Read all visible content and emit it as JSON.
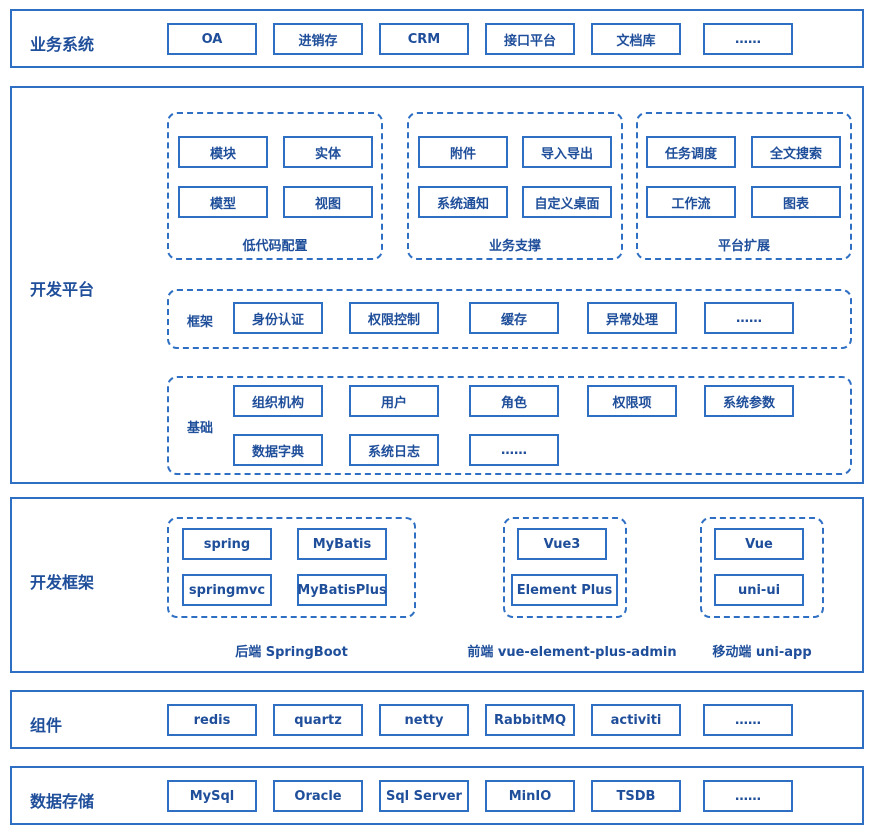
{
  "business": {
    "title": "业务系统",
    "items": [
      "OA",
      "进销存",
      "CRM",
      "接口平台",
      "文档库",
      "……"
    ]
  },
  "devplatform": {
    "title": "开发平台",
    "lowcode": {
      "label": "低代码配置",
      "items": [
        "模块",
        "实体",
        "模型",
        "视图"
      ]
    },
    "support": {
      "label": "业务支撑",
      "items": [
        "附件",
        "导入导出",
        "系统通知",
        "自定义桌面"
      ]
    },
    "extension": {
      "label": "平台扩展",
      "items": [
        "任务调度",
        "全文搜索",
        "工作流",
        "图表"
      ]
    },
    "framework": {
      "label": "框架",
      "items": [
        "身份认证",
        "权限控制",
        "缓存",
        "异常处理",
        "……"
      ]
    },
    "base": {
      "label": "基础",
      "items": [
        "组织机构",
        "用户",
        "角色",
        "权限项",
        "系统参数",
        "数据字典",
        "系统日志",
        "……"
      ]
    }
  },
  "devframework": {
    "title": "开发框架",
    "backend": {
      "label": "后端 SpringBoot",
      "items": [
        "spring",
        "MyBatis",
        "springmvc",
        "MyBatisPlus"
      ]
    },
    "frontend": {
      "label": "前端 vue-element-plus-admin",
      "items": [
        "Vue3",
        "Element Plus"
      ]
    },
    "mobile": {
      "label": "移动端 uni-app",
      "items": [
        "Vue",
        "uni-ui"
      ]
    }
  },
  "components": {
    "title": "组件",
    "items": [
      "redis",
      "quartz",
      "netty",
      "RabbitMQ",
      "activiti",
      "……"
    ]
  },
  "storage": {
    "title": "数据存储",
    "items": [
      "MySql",
      "Oracle",
      "Sql Server",
      "MinIO",
      "TSDB",
      "……"
    ]
  }
}
